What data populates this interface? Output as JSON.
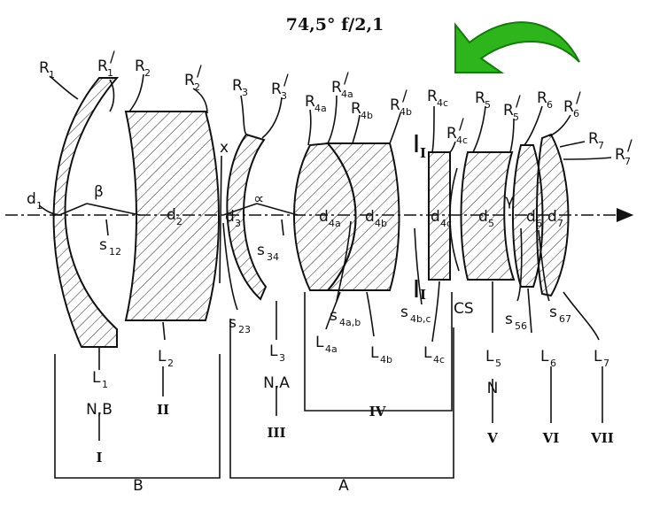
{
  "title": "74,5°  f/2,1",
  "arrow_icon": "green-curved-arrow-icon",
  "colors": {
    "ink": "#1a1a1a",
    "arrow_fill": "#2fb51c",
    "arrow_dark": "#17790e"
  },
  "radii": [
    {
      "main": "R",
      "sub": "1",
      "prime": false
    },
    {
      "main": "R",
      "sub": "1",
      "prime": true
    },
    {
      "main": "R",
      "sub": "2",
      "prime": false
    },
    {
      "main": "R",
      "sub": "2",
      "prime": true
    },
    {
      "main": "R",
      "sub": "3",
      "prime": false
    },
    {
      "main": "R",
      "sub": "3",
      "prime": true
    },
    {
      "main": "R",
      "sub": "4a",
      "prime": false
    },
    {
      "main": "R",
      "sub": "4a",
      "prime": true
    },
    {
      "main": "R",
      "sub": "4b",
      "prime": false
    },
    {
      "main": "R",
      "sub": "4b",
      "prime": true
    },
    {
      "main": "R",
      "sub": "4c",
      "prime": false
    },
    {
      "main": "R",
      "sub": "4c",
      "prime": true
    },
    {
      "main": "R",
      "sub": "5",
      "prime": false
    },
    {
      "main": "R",
      "sub": "5",
      "prime": true
    },
    {
      "main": "R",
      "sub": "6",
      "prime": false
    },
    {
      "main": "R",
      "sub": "6",
      "prime": true
    },
    {
      "main": "R",
      "sub": "7",
      "prime": false
    },
    {
      "main": "R",
      "sub": "7",
      "prime": true
    }
  ],
  "thickness": [
    {
      "main": "d",
      "sub": "1"
    },
    {
      "main": "d",
      "sub": "2"
    },
    {
      "main": "d",
      "sub": "3"
    },
    {
      "main": "d",
      "sub": "4a"
    },
    {
      "main": "d",
      "sub": "4b"
    },
    {
      "main": "d",
      "sub": "4c"
    },
    {
      "main": "d",
      "sub": "5"
    },
    {
      "main": "d",
      "sub": "6"
    },
    {
      "main": "d",
      "sub": "7"
    }
  ],
  "spacings": [
    {
      "main": "s",
      "sub": "12"
    },
    {
      "main": "s",
      "sub": "23"
    },
    {
      "main": "s",
      "sub": "34"
    },
    {
      "main": "s",
      "sub": "4a,b"
    },
    {
      "main": "s",
      "sub": "4b,c"
    },
    {
      "main": "s",
      "sub": "56"
    },
    {
      "main": "s",
      "sub": "67"
    }
  ],
  "angles": {
    "beta": "β",
    "alpha": "∝",
    "gamma": "γ"
  },
  "marker_x": "x",
  "aperture_mark": "I",
  "cs_label": "CS",
  "lenses": [
    {
      "main": "L",
      "sub": "1",
      "glass": "N,B",
      "roman": "I"
    },
    {
      "main": "L",
      "sub": "2",
      "glass": "",
      "roman": "II"
    },
    {
      "main": "L",
      "sub": "3",
      "glass": "N,A",
      "roman": "III"
    },
    {
      "main": "L",
      "sub": "4a",
      "glass": "",
      "roman": ""
    },
    {
      "main": "L",
      "sub": "4b",
      "glass": "",
      "roman": ""
    },
    {
      "main": "L",
      "sub": "4c",
      "glass": "",
      "roman": ""
    },
    {
      "main": "L",
      "sub": "5",
      "glass": "N",
      "roman": "V"
    },
    {
      "main": "L",
      "sub": "6",
      "glass": "",
      "roman": "VI"
    },
    {
      "main": "L",
      "sub": "7",
      "glass": "",
      "roman": "VII"
    }
  ],
  "group_IV": "IV",
  "groups": {
    "B": "B",
    "A": "A"
  }
}
